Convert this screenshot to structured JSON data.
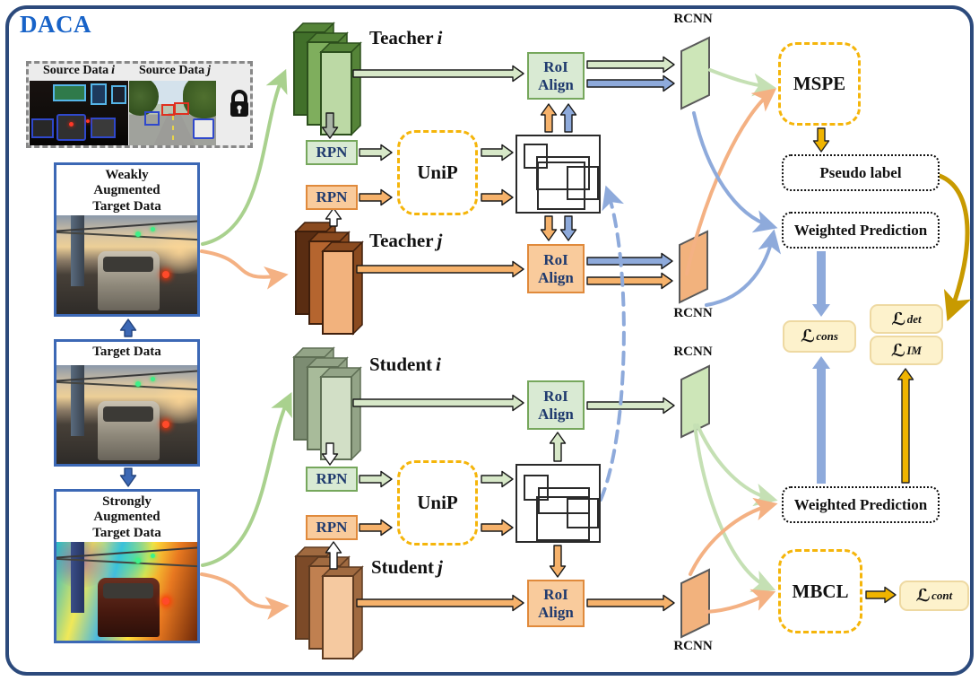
{
  "title": "DACA",
  "source_panel": {
    "label_i": {
      "text": "Source Data",
      "var": "i"
    },
    "label_j": {
      "text": "Source Data",
      "var": "j"
    }
  },
  "inputs": {
    "weak": {
      "lines": [
        "Weakly",
        "Augmented",
        "Target Data"
      ]
    },
    "target": {
      "label": "Target Data"
    },
    "strong": {
      "lines": [
        "Strongly",
        "Augmented",
        "Target Data"
      ]
    }
  },
  "models": {
    "teacher_i": {
      "name": "Teacher",
      "var": "i"
    },
    "teacher_j": {
      "name": "Teacher",
      "var": "j"
    },
    "student_i": {
      "name": "Student",
      "var": "i"
    },
    "student_j": {
      "name": "Student",
      "var": "j"
    }
  },
  "blocks": {
    "rpn": "RPN",
    "roi": [
      "RoI",
      "Align"
    ],
    "unip": "UniP",
    "rcnn": "RCNN",
    "mspe": "MSPE",
    "mbcl": "MBCL",
    "pseudo_label": "Pseudo label",
    "weighted_prediction": "Weighted Prediction"
  },
  "losses": {
    "cons": {
      "symbol": "ℒ",
      "sub": "cons"
    },
    "det": {
      "symbol": "ℒ",
      "sub": "det"
    },
    "im": {
      "symbol": "ℒ",
      "sub": "IM"
    },
    "cont": {
      "symbol": "ℒ",
      "sub": "cont"
    }
  },
  "colors": {
    "frame_blue": "#2c4a7c",
    "title_blue": "#1863c8",
    "teacher_green_dark": "#41702a",
    "teacher_orange_dark": "#b5652f",
    "student_green_muted": "#a8bb9a",
    "student_orange_light": "#f5c9a0",
    "accent_gold": "#f5b50a",
    "arrow_blue": "#8eaadb",
    "arrow_green_pale": "#d7e8c8",
    "arrow_orange": "#f6b26b",
    "loss_bg": "#fdf2cc"
  }
}
